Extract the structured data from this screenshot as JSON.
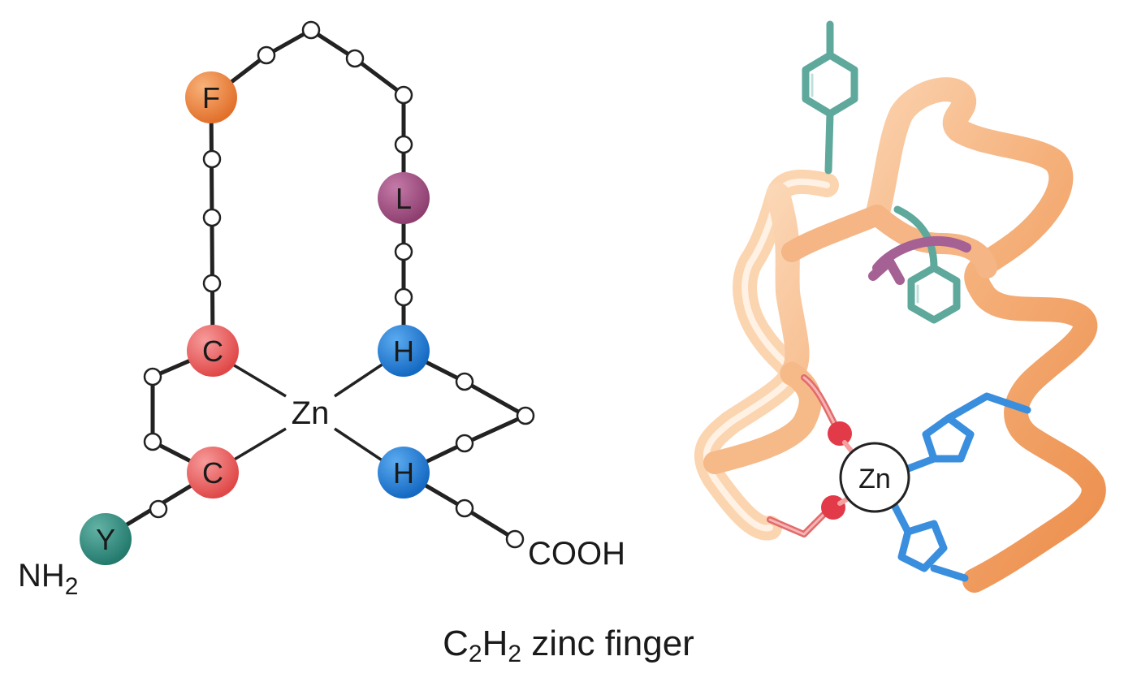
{
  "schematic": {
    "residues": [
      {
        "id": "F",
        "letter": "F",
        "color": "#ea7f3b"
      },
      {
        "id": "L",
        "letter": "L",
        "color": "#a14f82"
      },
      {
        "id": "C1",
        "letter": "C",
        "color": "#e85a5a"
      },
      {
        "id": "C2",
        "letter": "C",
        "color": "#e85a5a"
      },
      {
        "id": "H1",
        "letter": "H",
        "color": "#1f7fd6"
      },
      {
        "id": "H2",
        "letter": "H",
        "color": "#1f7fd6"
      },
      {
        "id": "Y",
        "letter": "Y",
        "color": "#2e8c7e"
      }
    ],
    "zn_label": "Zn",
    "cooh_label": "COOH",
    "nh2_main": "NH",
    "nh2_sub": "2"
  },
  "structure": {
    "zn_label": "Zn",
    "colors": {
      "backbone": "#f0a76d",
      "backbone_light": "#fbd7b6",
      "phe_tyr": "#5fa89c",
      "leu": "#a56194",
      "his": "#3a8ede",
      "cys": "#e26a6a"
    }
  },
  "caption": {
    "c": "C",
    "c_sub": "2",
    "h": "H",
    "h_sub": "2",
    "rest": " zinc finger"
  }
}
